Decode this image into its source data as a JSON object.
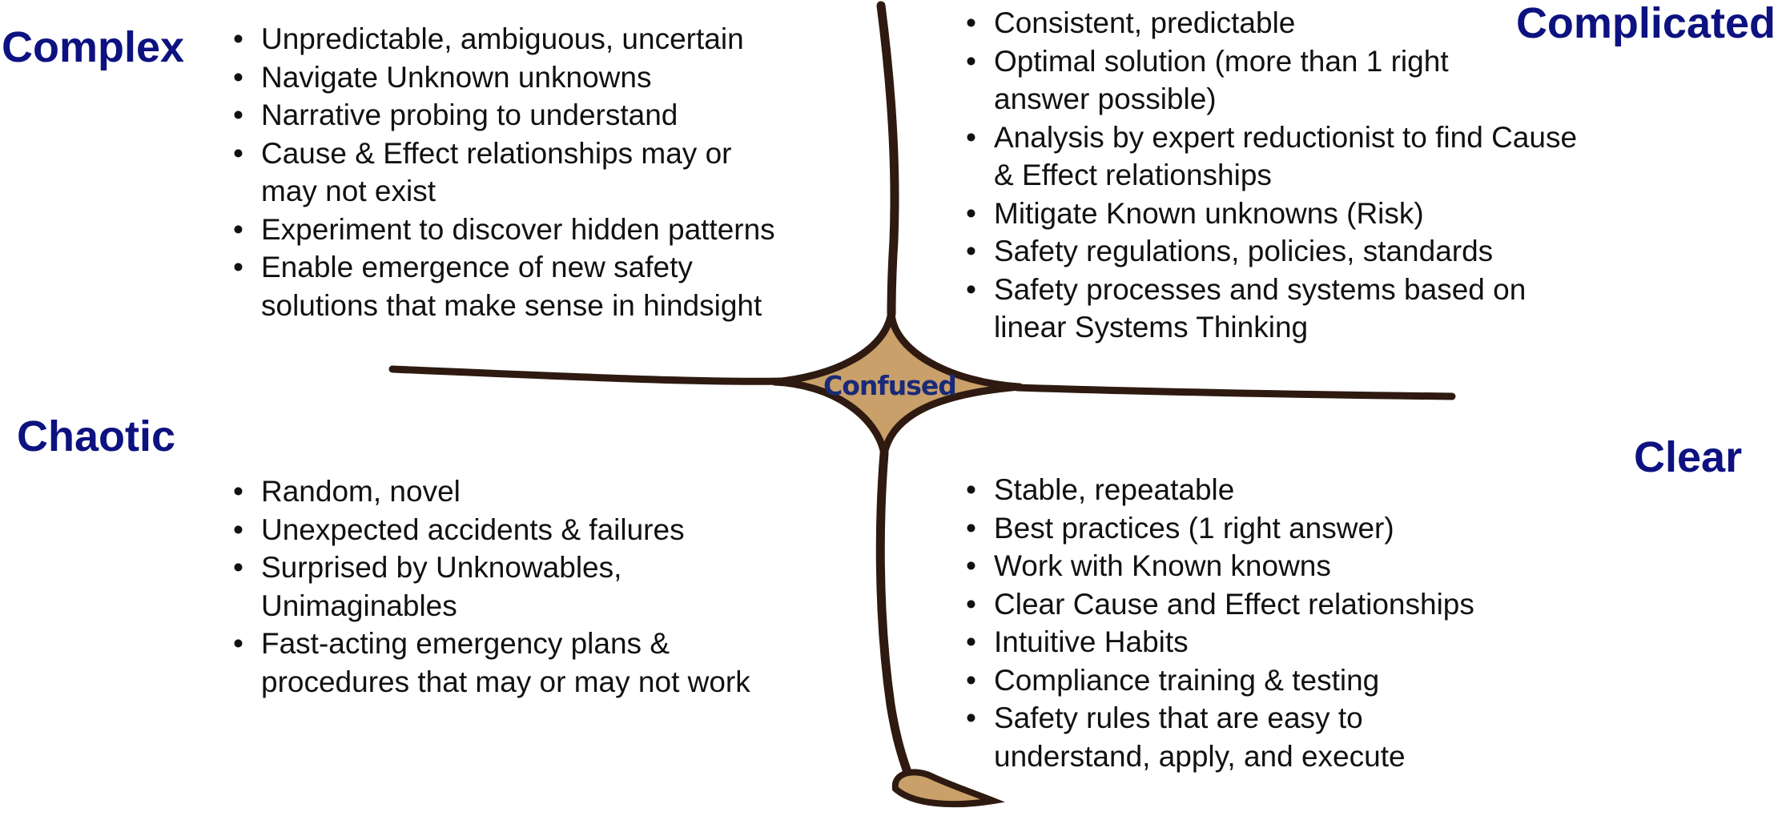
{
  "colors": {
    "title": "#0d1280",
    "line": "#2e1a10",
    "center_fill": "#c9a06a"
  },
  "domains": {
    "complex": {
      "title": "Complex",
      "items": [
        {
          "lines": [
            "Unpredictable, ambiguous, uncertain"
          ]
        },
        {
          "lines": [
            "Navigate Unknown unknowns"
          ]
        },
        {
          "lines": [
            "Narrative probing to understand"
          ]
        },
        {
          "lines": [
            "Cause & Effect relationships may or",
            "may not exist"
          ]
        },
        {
          "lines": [
            "Experiment to discover hidden patterns"
          ]
        },
        {
          "lines": [
            "Enable emergence of new safety",
            "solutions that make sense in hindsight"
          ]
        }
      ]
    },
    "complicated": {
      "title": "Complicated",
      "items": [
        {
          "lines": [
            "Consistent, predictable"
          ]
        },
        {
          "lines": [
            "Optimal solution (more than 1 right",
            "answer possible)"
          ]
        },
        {
          "lines": [
            "Analysis by expert reductionist to find Cause",
            "& Effect relationships"
          ]
        },
        {
          "lines": [
            "Mitigate Known unknowns (Risk)"
          ]
        },
        {
          "lines": [
            "Safety regulations, policies, standards"
          ]
        },
        {
          "lines": [
            "Safety processes and systems based on",
            "linear Systems Thinking"
          ]
        }
      ]
    },
    "chaotic": {
      "title": "Chaotic",
      "items": [
        {
          "lines": [
            "Random, novel"
          ]
        },
        {
          "lines": [
            "Unexpected accidents & failures"
          ]
        },
        {
          "lines": [
            "Surprised by Unknowables,",
            "Unimaginables"
          ]
        },
        {
          "lines": [
            "Fast-acting emergency plans &",
            "procedures that may or may not work"
          ]
        }
      ]
    },
    "clear": {
      "title": "Clear",
      "items": [
        {
          "lines": [
            "Stable, repeatable"
          ]
        },
        {
          "lines": [
            "Best practices (1 right answer)"
          ]
        },
        {
          "lines": [
            "Work with Known knowns"
          ]
        },
        {
          "lines": [
            "Clear Cause and Effect relationships"
          ]
        },
        {
          "lines": [
            "Intuitive Habits"
          ]
        },
        {
          "lines": [
            "Compliance training & testing"
          ]
        },
        {
          "lines": [
            "Safety rules that are easy to",
            "understand, apply, and execute"
          ]
        }
      ]
    },
    "confused": {
      "title": "Confused"
    }
  }
}
